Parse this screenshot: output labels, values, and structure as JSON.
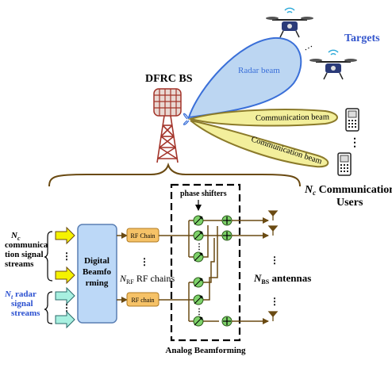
{
  "bs_title": "DFRC BS",
  "targets_label": "Targets",
  "radar_beam_label": "Radar beam",
  "comm_beam_label_1": "Communication beam",
  "comm_beam_label_2": "Communication beam",
  "users_label_line1_sym": "N",
  "users_label_line1_sub": "c",
  "users_label_line1_rest": " Communication",
  "users_label_line2": "Users",
  "phase_shifters_label": "phase shifters",
  "comm_streams": {
    "sym": "N",
    "sub": "c",
    "lines": [
      "communica",
      "tion signal",
      "streams"
    ]
  },
  "radar_streams": {
    "sym": "N",
    "sub": "t",
    "rest": " radar",
    "lines": [
      "signal",
      "streams"
    ]
  },
  "digital_bf_lines": [
    "Digital",
    "Beamfo",
    "rming"
  ],
  "rf_chain_top": "RF Chain",
  "rf_chain_bottom": "RF chain",
  "nrf_sym": "N",
  "nrf_sub": "RF",
  "nrf_rest": " RF chains",
  "nbs_sym": "N",
  "nbs_sub": "BS",
  "nbs_rest": " antennas",
  "analog_bf_label": "Analog Beamforming",
  "ellipsis_vertical": "⋮",
  "colors": {
    "radar_beam_fill": "#bcd6f2",
    "radar_beam_stroke": "#3a6fd8",
    "radar_text": "#3a6fd8",
    "comm_beam_fill": "#f3ef9c",
    "comm_beam_stroke": "#8b7a2a",
    "comm_arrow_fill": "#f5f200",
    "radar_arrow_fill": "#a8f0e0",
    "digital_bf_fill": "#bcd8f7",
    "rf_chain_fill": "#f6c267",
    "phase_shifter_fill": "#7ed26a",
    "adder_fill": "#7ed26a",
    "line_brown": "#6a4a12",
    "tower_red": "#a3342a",
    "targets_text": "#3355cc",
    "radar_streams_text": "#2a4fd0"
  }
}
